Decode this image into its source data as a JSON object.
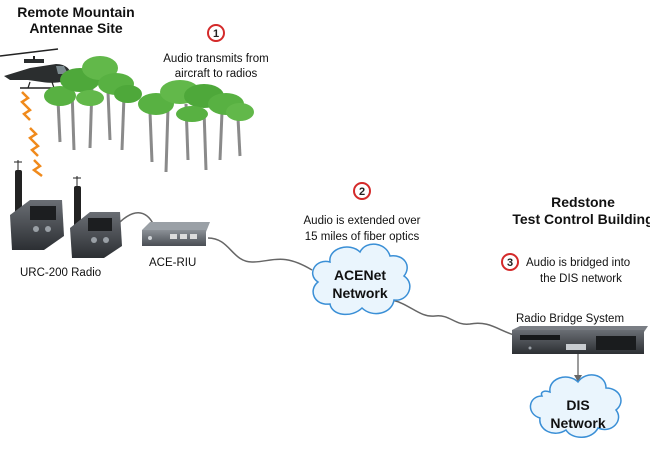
{
  "site": {
    "title_line1": "Remote Mountain",
    "title_line2": "Antennae Site"
  },
  "building": {
    "title_line1": "Redstone",
    "title_line2": "Test Control Building"
  },
  "steps": [
    {
      "number": "1",
      "line1": "Audio transmits from",
      "line2": "aircraft to radios"
    },
    {
      "number": "2",
      "line1": "Audio is extended over",
      "line2": "15 miles of fiber optics"
    },
    {
      "number": "3",
      "line1": "Audio is bridged into",
      "line2": "the DIS network"
    }
  ],
  "devices": {
    "radio_label": "URC-200 Radio",
    "riu_label": "ACE-RIU",
    "bridge_label": "Radio Bridge System"
  },
  "clouds": {
    "acenet_line1": "ACENet",
    "acenet_line2": "Network",
    "dis_line1": "DIS",
    "dis_line2": "Network"
  },
  "colors": {
    "step_circle": "#d42a2a",
    "cloud_fill": "#eaf5fd",
    "cloud_stroke": "#3a8fd6",
    "lightning": "#f08a1c",
    "foliage": "#58b142",
    "trunk": "#8a8a8a",
    "device": "#3c3f44"
  }
}
